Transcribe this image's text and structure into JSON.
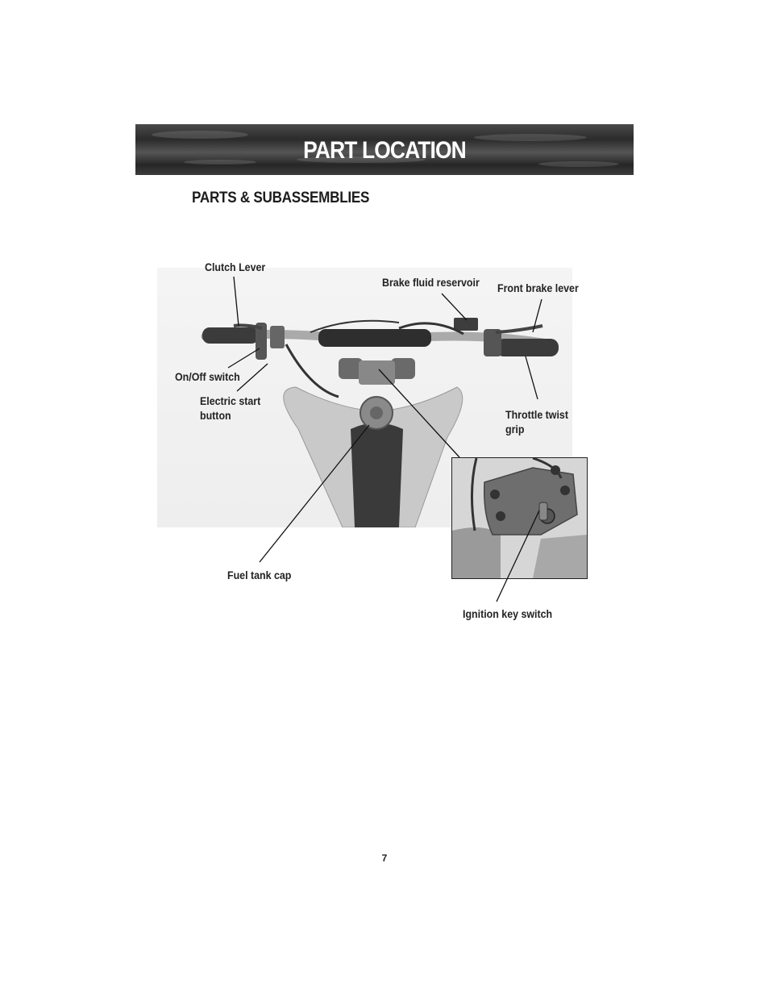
{
  "banner": {
    "title": "PART LOCATION"
  },
  "section": {
    "title": "PARTS & SUBASSEMBLIES"
  },
  "labels": {
    "clutch_lever": "Clutch Lever",
    "brake_fluid_reservoir": "Brake fluid reservoir",
    "front_brake_lever": "Front brake lever",
    "on_off_switch": "On/Off switch",
    "electric_start_line1": "Electric start",
    "electric_start_line2": "button",
    "throttle_line1": "Throttle twist",
    "throttle_line2": "grip",
    "fuel_tank_cap": "Fuel tank cap",
    "ignition_key_switch": "Ignition key switch"
  },
  "footer": {
    "page_number": "7"
  }
}
